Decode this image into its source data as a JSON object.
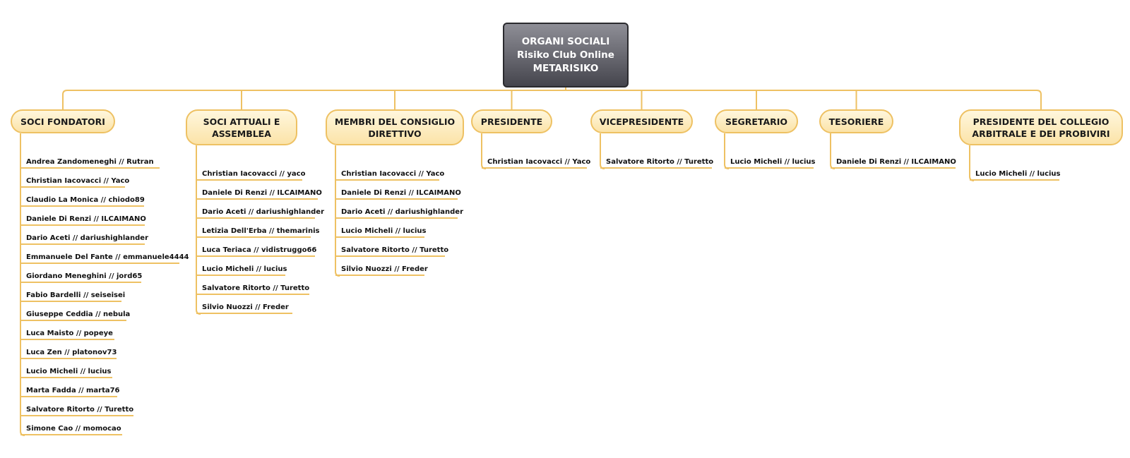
{
  "root": {
    "line1": "ORGANI SOCIALI",
    "line2": "Risiko Club Online",
    "line3": "METARISIKO"
  },
  "branches": [
    {
      "title": "SOCI FONDATORI",
      "members": [
        "Andrea Zandomeneghi // Rutran",
        "Christian Iacovacci // Yaco",
        "Claudio La Monica // chiodo89",
        "Daniele Di Renzi // ILCAIMANO",
        "Dario Aceti // dariushighlander",
        "Emmanuele Del Fante // emmanuele4444",
        "Giordano Meneghini // jord65",
        "Fabio Bardelli // seiseisei",
        "Giuseppe Ceddia // nebula",
        "Luca Maisto // popeye",
        "Luca Zen // platonov73",
        "Lucio Micheli // lucius",
        "Marta Fadda // marta76",
        "Salvatore Ritorto // Turetto",
        "Simone Cao // momocao"
      ]
    },
    {
      "title": "SOCI ATTUALI E ASSEMBLEA",
      "members": [
        "Christian Iacovacci // yaco",
        "Daniele Di Renzi // ILCAIMANO",
        "Dario Aceti // dariushighlander",
        "Letizia Dell'Erba // themarinis",
        "Luca Teriaca // vidistruggo66",
        "Lucio Micheli // lucius",
        "Salvatore Ritorto // Turetto",
        "Silvio Nuozzi // Freder"
      ]
    },
    {
      "title": "MEMBRI DEL CONSIGLIO DIRETTIVO",
      "members": [
        "Christian Iacovacci // Yaco",
        "Daniele Di Renzi // ILCAIMANO",
        "Dario Aceti // dariushighlander",
        "Lucio Micheli // lucius",
        "Salvatore Ritorto // Turetto",
        "Silvio Nuozzi // Freder"
      ]
    },
    {
      "title": "PRESIDENTE",
      "members": [
        "Christian Iacovacci // Yaco"
      ]
    },
    {
      "title": "VICEPRESIDENTE",
      "members": [
        "Salvatore Ritorto // Turetto"
      ]
    },
    {
      "title": "SEGRETARIO",
      "members": [
        "Lucio Micheli // lucius"
      ]
    },
    {
      "title": "TESORIERE",
      "members": [
        "Daniele Di Renzi // ILCAIMANO"
      ]
    },
    {
      "title": "PRESIDENTE DEL COLLEGIO ARBITRALE E DEI PROBIVIRI",
      "members": [
        "Lucio Micheli // lucius"
      ]
    }
  ],
  "colors": {
    "connector": "#eec163",
    "branch_fill": "#fdeebb",
    "root_fill": "#5a5a62"
  }
}
